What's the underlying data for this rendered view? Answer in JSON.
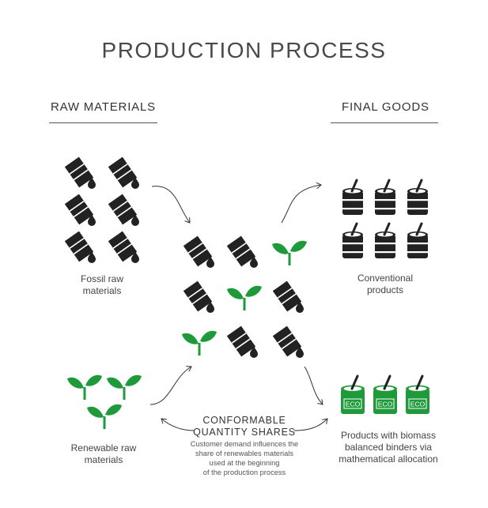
{
  "title": "PRODUCTION PROCESS",
  "headings": {
    "raw": "RAW MATERIALS",
    "final": "FINAL GOODS"
  },
  "labels": {
    "fossil": [
      "Fossil raw",
      "materials"
    ],
    "renewable": [
      "Renewable raw",
      "materials"
    ],
    "conventional": [
      "Conventional",
      "products"
    ],
    "biomass": [
      "Products with biomass",
      "balanced binders via",
      "mathematical allocation"
    ],
    "conformable": [
      "CONFORMABLE",
      "QUANTITY SHARES"
    ],
    "note": [
      "Customer demand influences the",
      "share of renewables materials",
      "used at the beginning",
      "of the production process"
    ]
  },
  "eco_badge": "ECO",
  "colors": {
    "green": "#1e9a3a",
    "dark": "#222222",
    "text": "#444444"
  },
  "icons": {
    "fossil": "oil-barrel-icon",
    "renewable": "sprout-icon",
    "conventional": "paint-can-icon",
    "eco": "eco-paint-can-icon"
  }
}
